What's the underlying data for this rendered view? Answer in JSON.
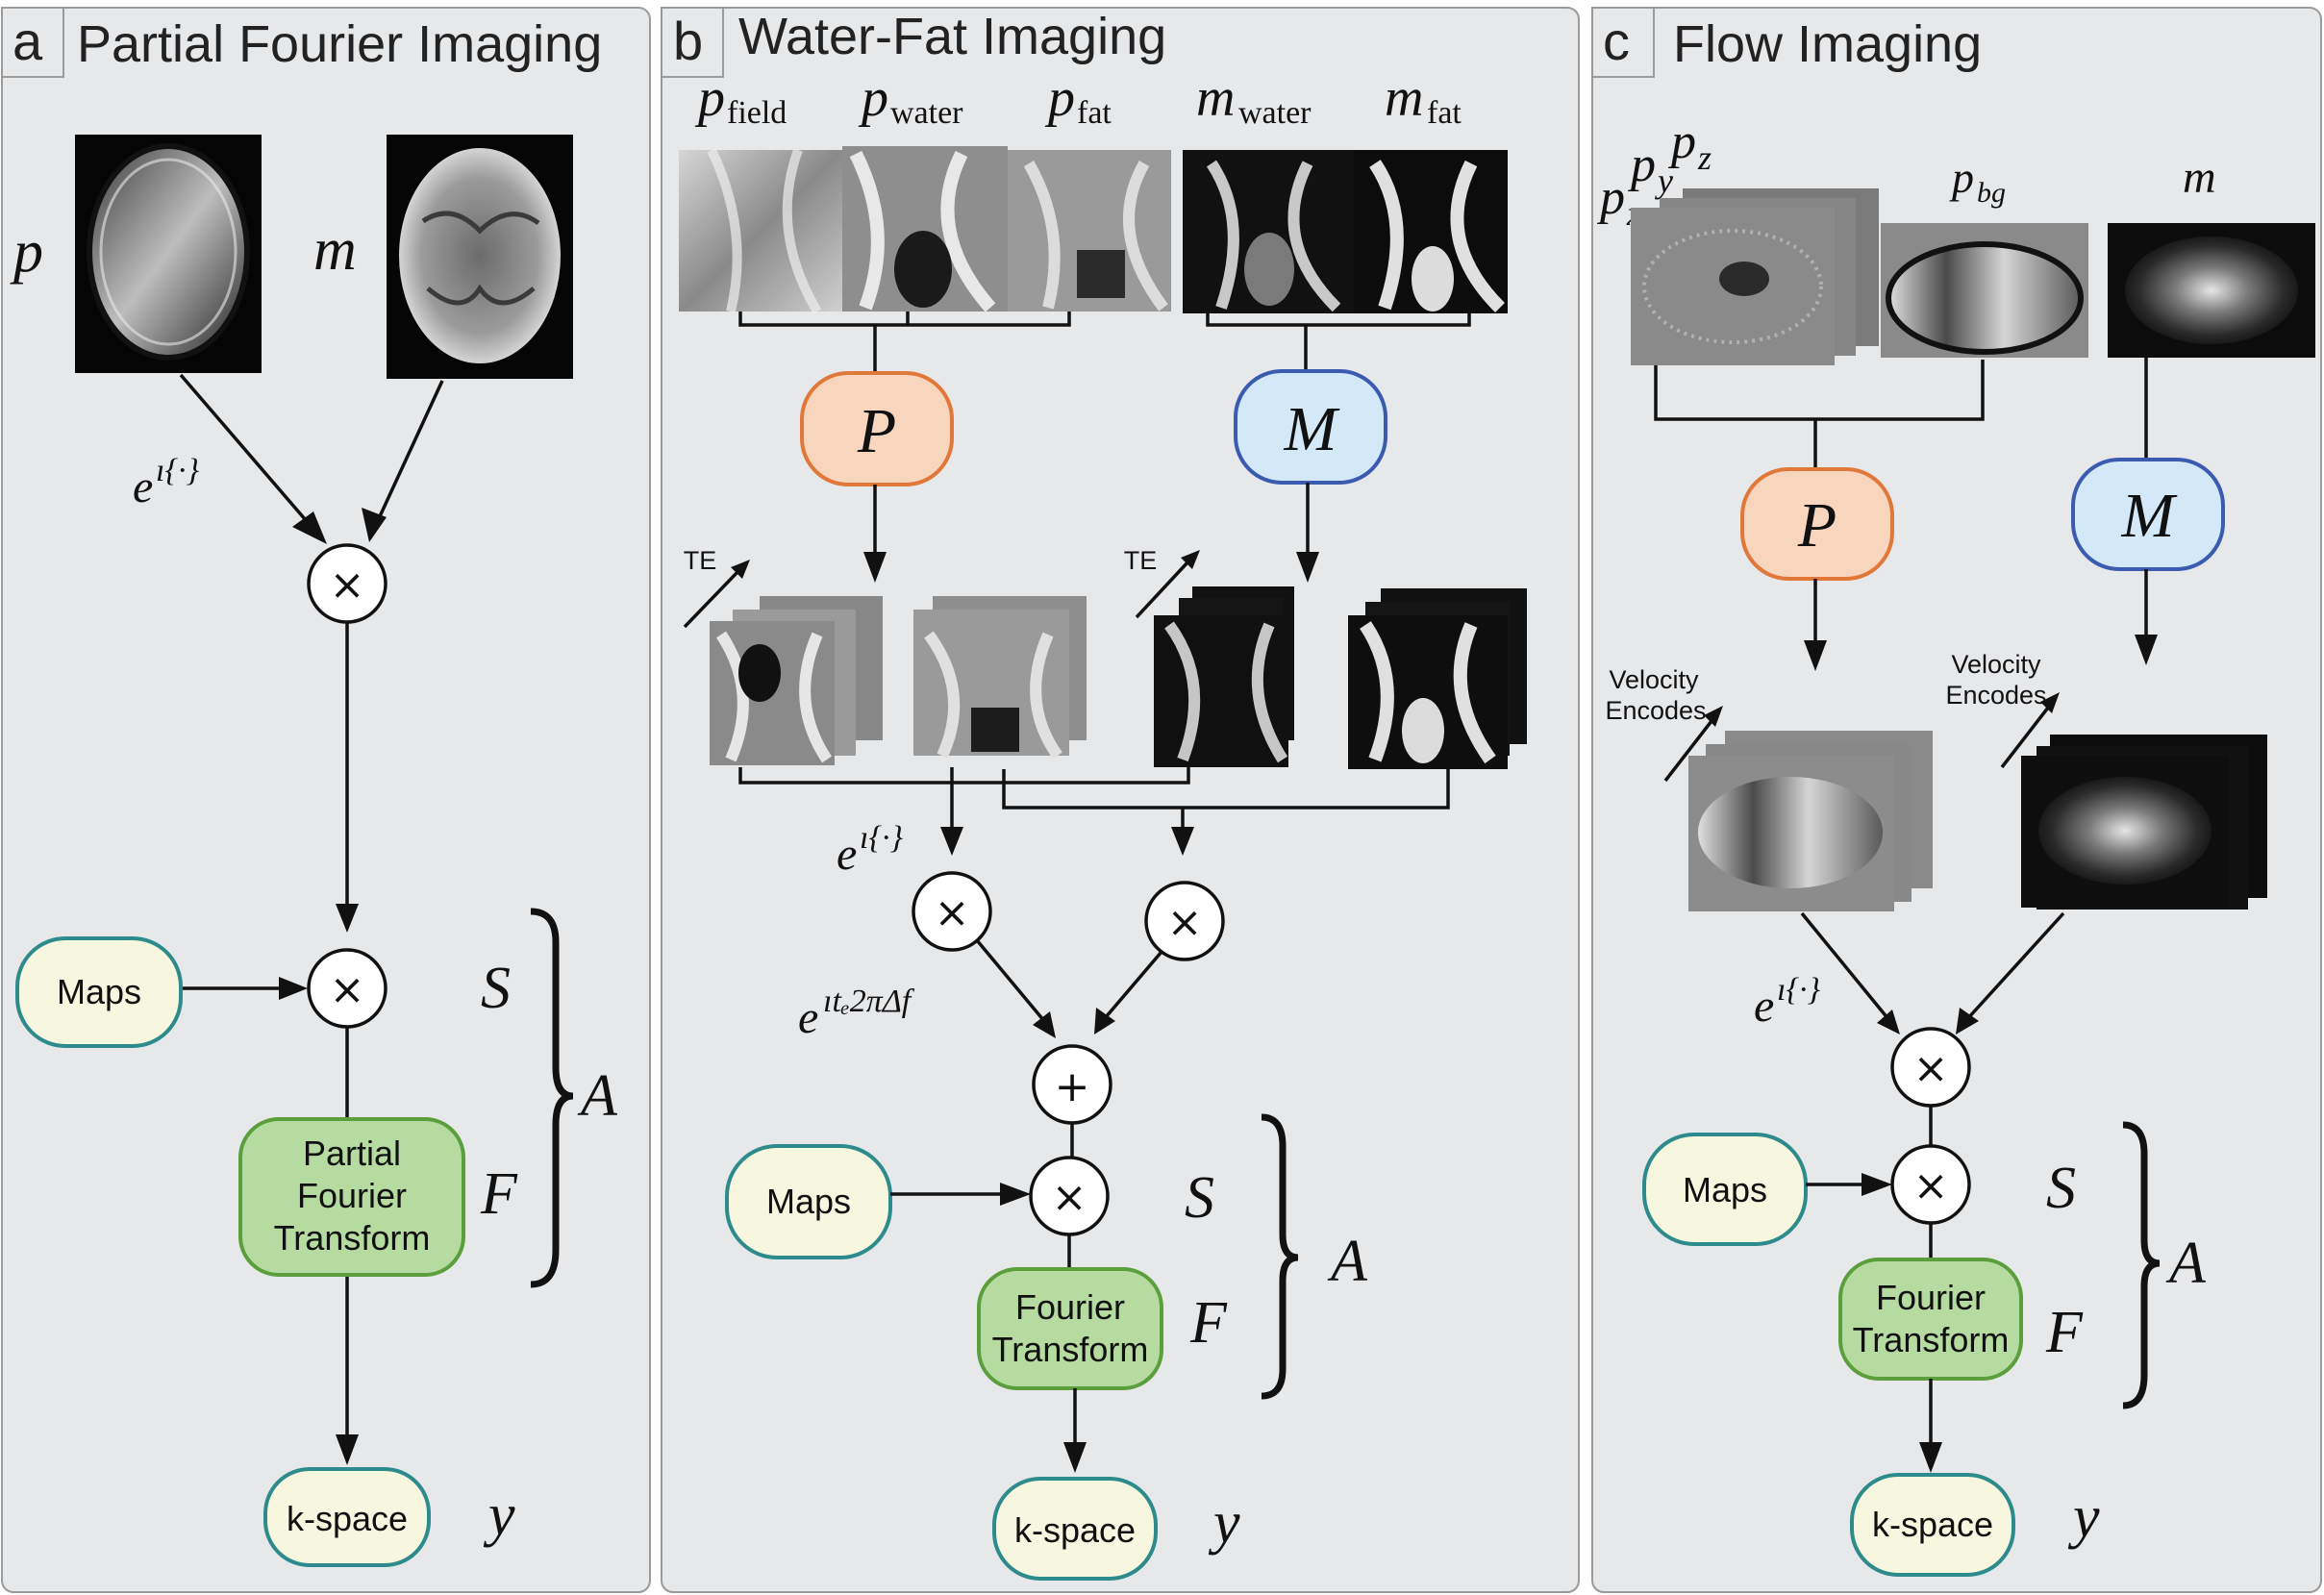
{
  "panels": {
    "a": {
      "tag": "a",
      "title": "Partial Fourier Imaging",
      "labels": {
        "p": "p",
        "m": "m",
        "exp": "e",
        "exp_sup": "ı{·}",
        "S": "S",
        "F": "F",
        "A": "A",
        "y": "y"
      },
      "maps": "Maps",
      "transform_lines": [
        "Partial",
        "Fourier",
        "Transform"
      ],
      "kspace": "k-space"
    },
    "b": {
      "tag": "b",
      "title": "Water-Fat Imaging",
      "labels": {
        "p": "p",
        "p_field_sub": "field",
        "p2": "p",
        "p_water_sub": "water",
        "p3": "p",
        "p_fat_sub": "fat",
        "m": "m",
        "m_water_sub": "water",
        "m2": "m",
        "m_fat_sub": "fat",
        "te1": "TE",
        "te2": "TE",
        "exp1": "e",
        "exp1_sup": "ı{·}",
        "exp2": "e",
        "exp2_sup": "ıtₑ2πΔf",
        "S": "S",
        "F": "F",
        "A": "A",
        "y": "y"
      },
      "P": "P",
      "M": "M",
      "maps": "Maps",
      "transform_lines": [
        "Fourier",
        "Transform"
      ],
      "kspace": "k-space"
    },
    "c": {
      "tag": "c",
      "title": "Flow Imaging",
      "labels": {
        "px": "p",
        "px_sub": "x",
        "py": "p",
        "py_sub": "y",
        "pz": "p",
        "pz_sub": "z",
        "pbg": "p",
        "pbg_sub": "bg",
        "m": "m",
        "exp": "e",
        "exp_sup": "ı{·}",
        "vel1": [
          "Velocity",
          "Encodes"
        ],
        "vel2": [
          "Velocity",
          "Encodes"
        ],
        "S": "S",
        "F": "F",
        "A": "A",
        "y": "y"
      },
      "P": "P",
      "M": "M",
      "maps": "Maps",
      "transform_lines": [
        "Fourier",
        "Transform"
      ],
      "kspace": "k-space"
    }
  },
  "colors": {
    "panel": "#e7e8ea",
    "maps_fill": "#f7f6df",
    "teal": "#2e8b8b",
    "green": "#b6dba1",
    "orange": "#f8d5bd",
    "blue": "#d4e9f7"
  }
}
